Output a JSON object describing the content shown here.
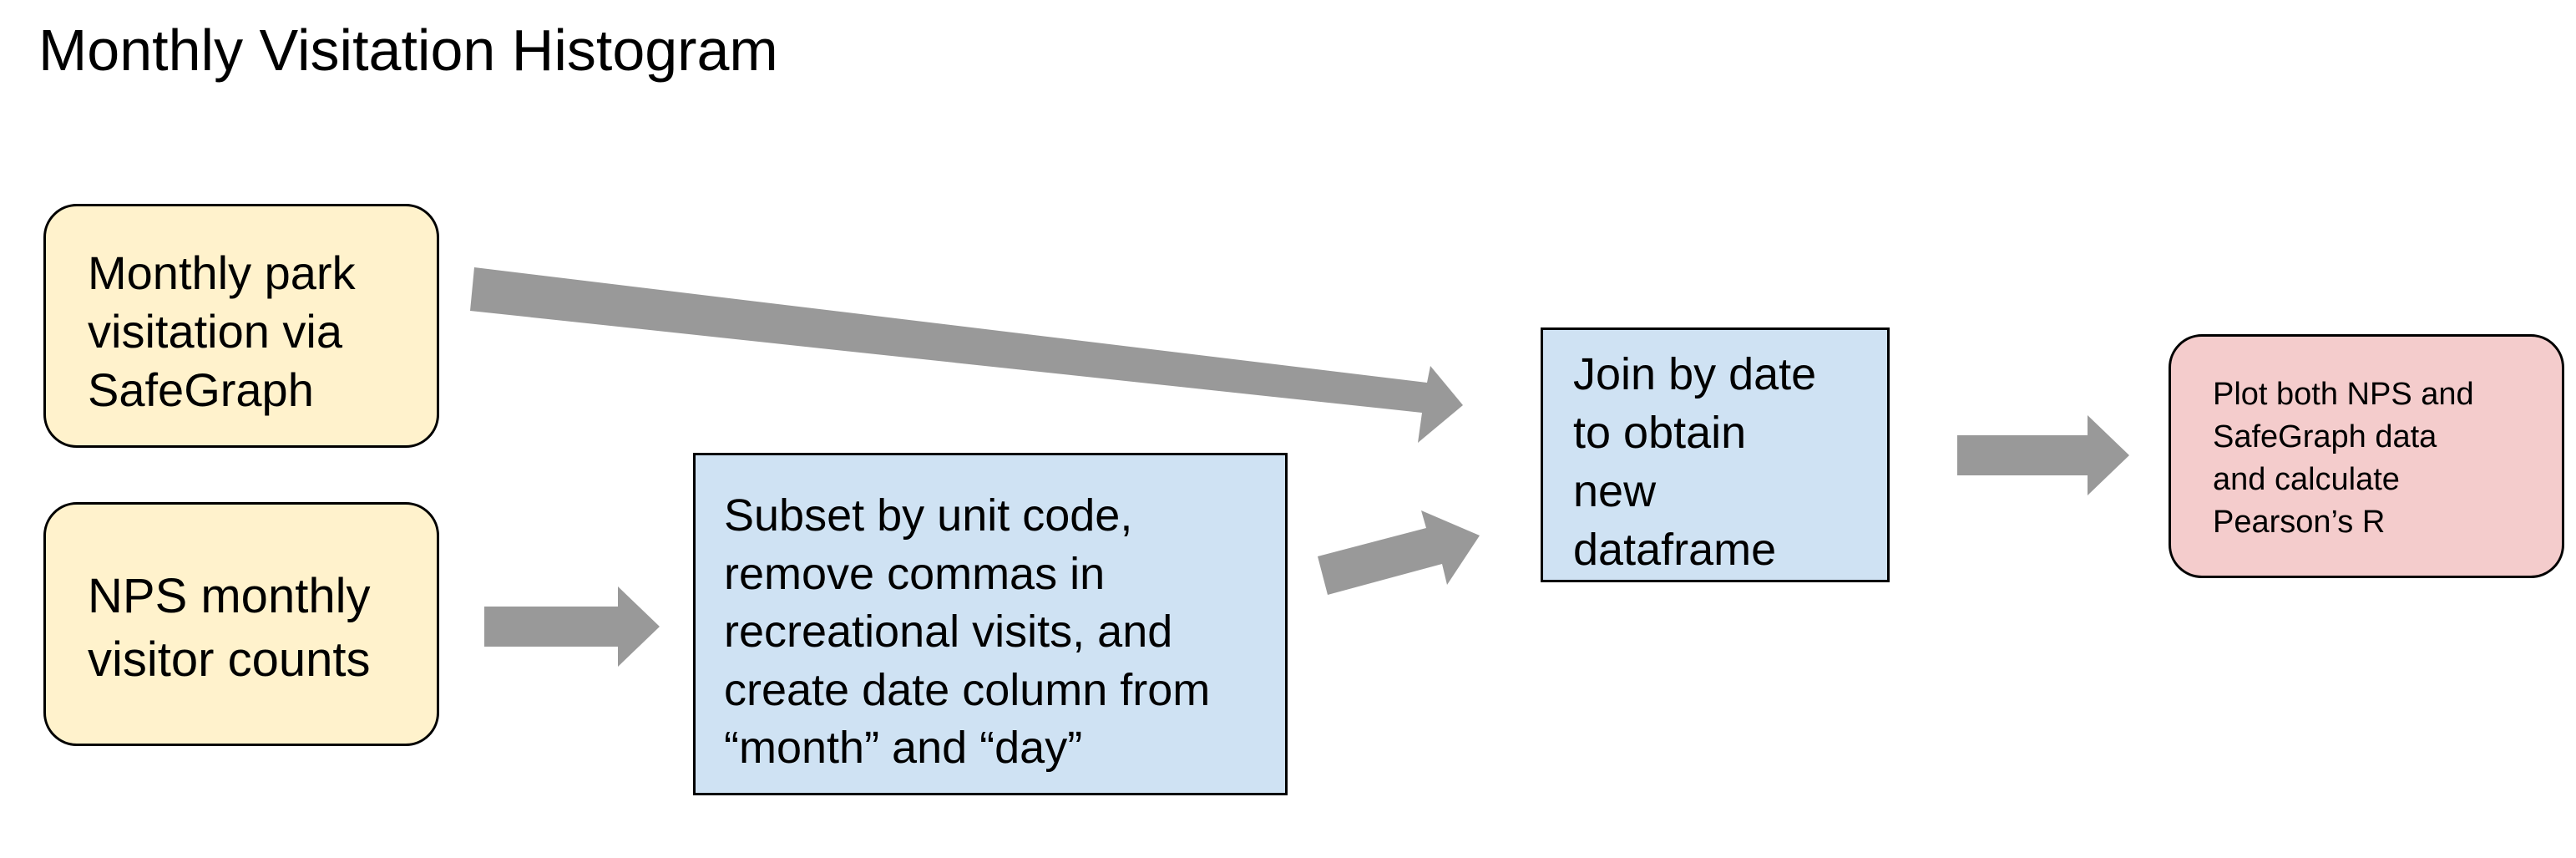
{
  "title": "Monthly Visitation Histogram",
  "nodes": {
    "safegraph": "Monthly park\nvisitation via\nSafeGraph",
    "nps": "NPS monthly\nvisitor counts",
    "subset": "Subset by unit code,\nremove commas in\nrecreational visits, and\ncreate date column from\n“month” and “day”",
    "join": "Join by date\nto obtain\nnew\ndataframe",
    "plot": "Plot both NPS and\nSafeGraph data\nand calculate\nPearson’s R"
  },
  "colors": {
    "source_fill": "#fff2cc",
    "process_fill": "#cfe2f3",
    "output_fill": "#f4cccc",
    "arrow": "#999999",
    "border": "#000000"
  }
}
